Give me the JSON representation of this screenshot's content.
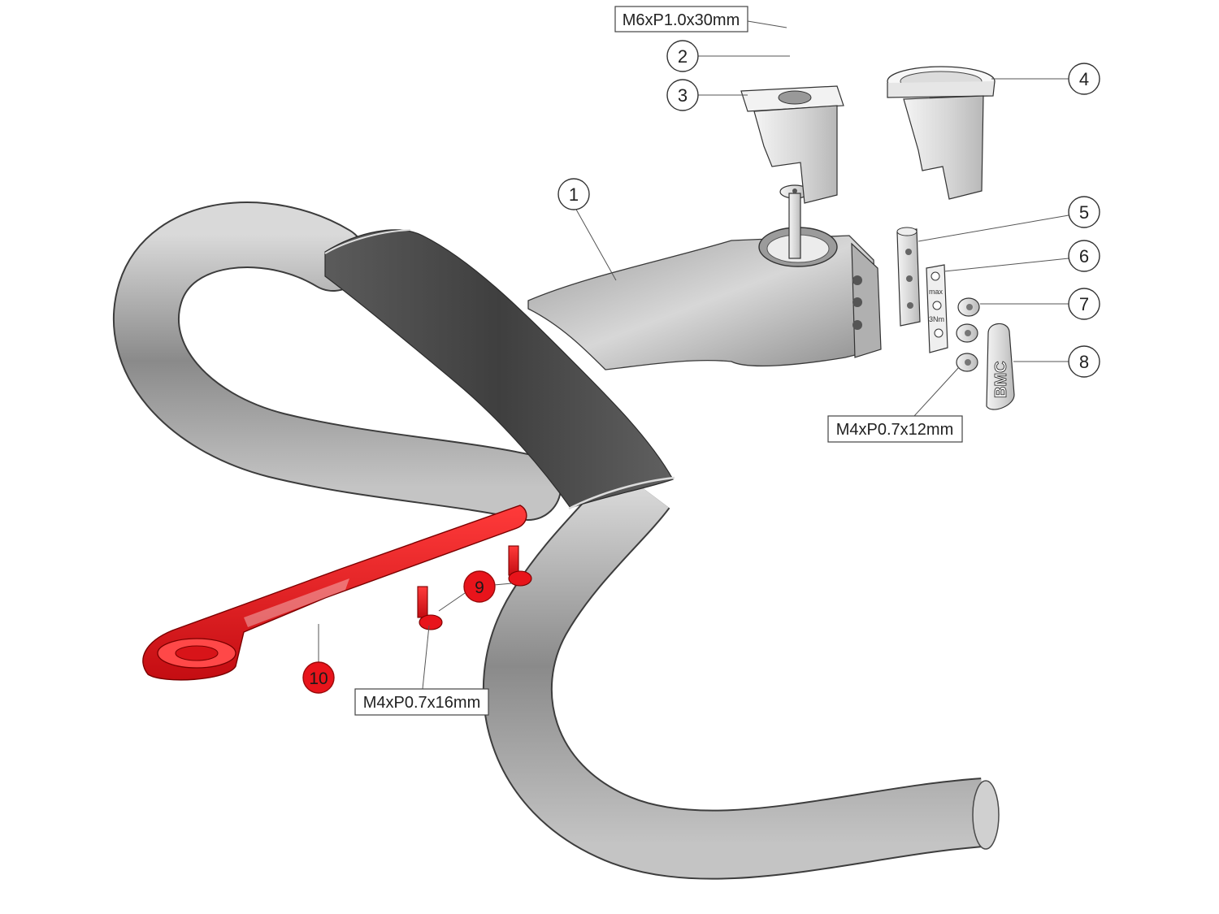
{
  "colors": {
    "accent_part": "#e8141b",
    "bar_dark": "#4a4a4a",
    "bar_light": "#bdbdbd"
  },
  "callouts": [
    {
      "id": "1",
      "label": "1",
      "highlight": false
    },
    {
      "id": "2",
      "label": "2",
      "highlight": false
    },
    {
      "id": "3",
      "label": "3",
      "highlight": false
    },
    {
      "id": "4",
      "label": "4",
      "highlight": false
    },
    {
      "id": "5",
      "label": "5",
      "highlight": false
    },
    {
      "id": "6",
      "label": "6",
      "highlight": false
    },
    {
      "id": "7",
      "label": "7",
      "highlight": false
    },
    {
      "id": "8",
      "label": "8",
      "highlight": false
    },
    {
      "id": "9",
      "label": "9",
      "highlight": true
    },
    {
      "id": "10",
      "label": "10",
      "highlight": true
    }
  ],
  "specs": {
    "top_bolt": "M6xP1.0x30mm",
    "side_bolts": "M4xP0.7x12mm",
    "mount_bolts": "M4xP0.7x16mm"
  },
  "cover_markings": {
    "max": "max",
    "torque": "3Nm"
  },
  "logo_text": "BMC"
}
